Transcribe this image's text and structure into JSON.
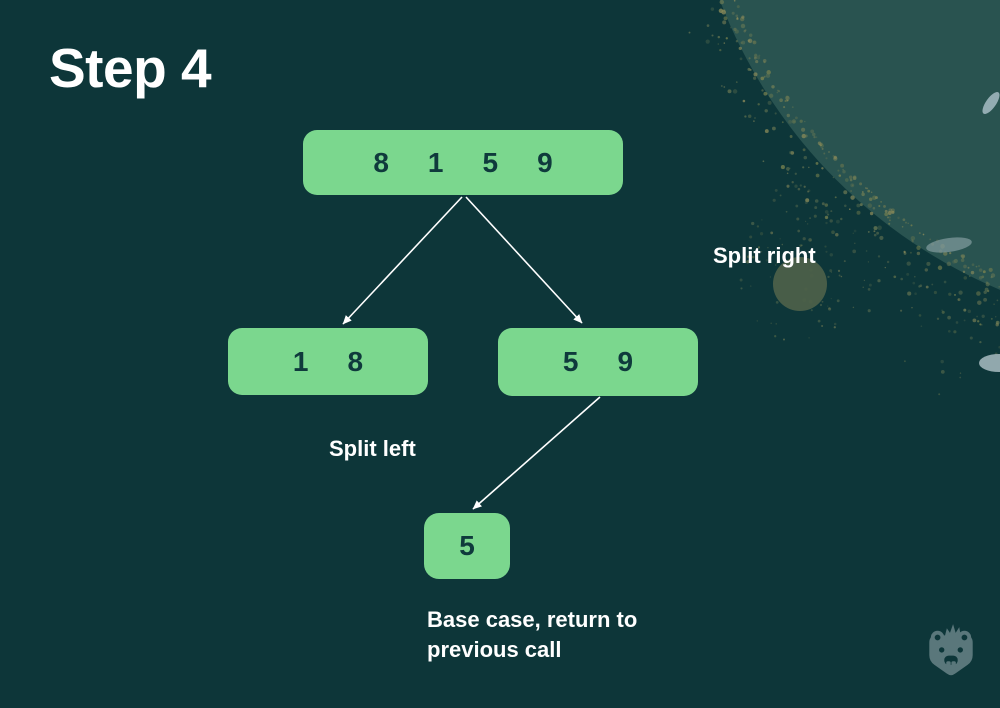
{
  "title": "Step 4",
  "tree": {
    "root": {
      "values": [
        "8",
        "1",
        "5",
        "9"
      ]
    },
    "left": {
      "values": [
        "1",
        "8"
      ]
    },
    "right": {
      "values": [
        "5",
        "9"
      ]
    },
    "leaf": {
      "values": [
        "5"
      ]
    }
  },
  "annotations": {
    "split_right": "Split right",
    "split_left": "Split left",
    "base_case_line1": "Base case, return to",
    "base_case_line2": "previous call"
  },
  "icons": {
    "mascot": "beaver-mascot"
  },
  "colors": {
    "background": "#0d3639",
    "planet": "#295350",
    "node_fill": "#7bd78e",
    "node_text": "#0f3a3c",
    "label_text": "#ffffff",
    "arrow": "#ffffff",
    "mascot": "#5a777b",
    "speckle": "#77814f",
    "olive_moon": "#4c6049"
  }
}
